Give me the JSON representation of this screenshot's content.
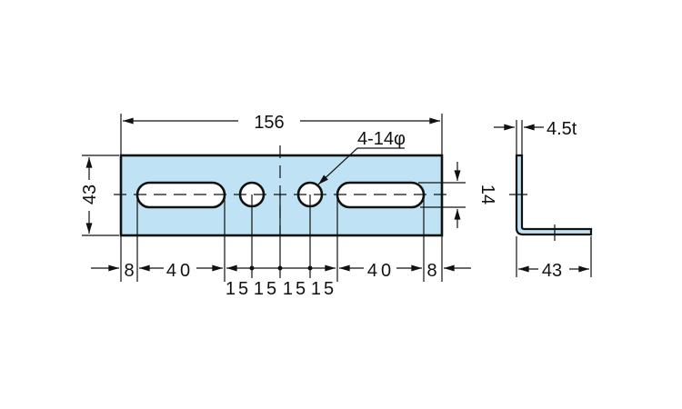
{
  "colors": {
    "plate_fill": "#bfe3f5",
    "line": "#111111",
    "hole_fill": "#ffffff"
  },
  "dimensions": {
    "overall_length": "156",
    "hole_callout": "4-14φ",
    "height": "43",
    "slot_width": "14",
    "end_left": "8",
    "slot_left": "40",
    "pitch_1": "15",
    "pitch_2": "15",
    "pitch_3": "15",
    "pitch_4": "15",
    "slot_right": "40",
    "end_right": "8",
    "thickness": "4.5t",
    "flange_width": "43"
  }
}
